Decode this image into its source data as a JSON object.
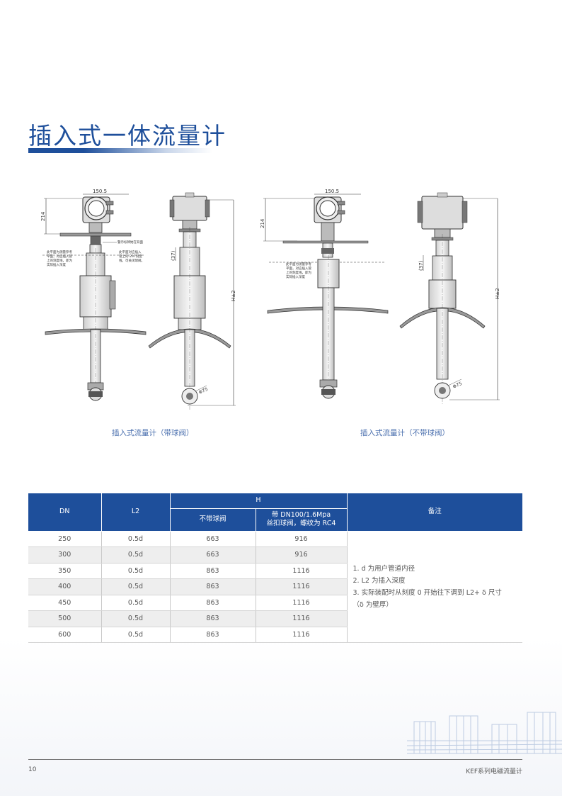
{
  "page": {
    "title": "插入式一体流量计",
    "page_number": "10",
    "footer": "KEF系列电磁流量计"
  },
  "figures": {
    "left_caption": "插入式流量计（带球阀）",
    "right_caption": "插入式流量计（不带球阀）",
    "dim_width": "150.5",
    "dim_214": "214",
    "dim_37": "(37)",
    "dim_h": "H±2",
    "dim_phi": "Φ75",
    "note_sign": "警示标牌始在背面",
    "note_left_a": "此平面为测量参考\n平面，对应插入管\n上的刻度线，即为\n实际插入深度",
    "note_left_b": "此平面对应插入\n管上的-297刻度\n线，可关闭球阀。",
    "note_right": "此平面为测量参考\n平面，对应插入管\n上的刻度线，即为\n实际插入深度"
  },
  "table": {
    "headers": {
      "dn": "DN",
      "l2": "L2",
      "h": "H",
      "h_no_valve": "不带球阀",
      "h_valve_line1": "带 DN100/1.6Mpa",
      "h_valve_line2": "丝扣球阀，螺纹为 RC4",
      "remarks": "备注"
    },
    "rows": [
      {
        "dn": "250",
        "l2": "0.5d",
        "h1": "663",
        "h2": "916"
      },
      {
        "dn": "300",
        "l2": "0.5d",
        "h1": "663",
        "h2": "916"
      },
      {
        "dn": "350",
        "l2": "0.5d",
        "h1": "863",
        "h2": "1116"
      },
      {
        "dn": "400",
        "l2": "0.5d",
        "h1": "863",
        "h2": "1116"
      },
      {
        "dn": "450",
        "l2": "0.5d",
        "h1": "863",
        "h2": "1116"
      },
      {
        "dn": "500",
        "l2": "0.5d",
        "h1": "863",
        "h2": "1116"
      },
      {
        "dn": "600",
        "l2": "0.5d",
        "h1": "863",
        "h2": "1116"
      }
    ],
    "notes": [
      "1. d 为用户管道内径",
      "2. L2 为插入深度",
      "3. 实际装配时从刻度 0 开始往下调到 L2+ δ 尺寸",
      "（δ 为壁厚）"
    ]
  }
}
